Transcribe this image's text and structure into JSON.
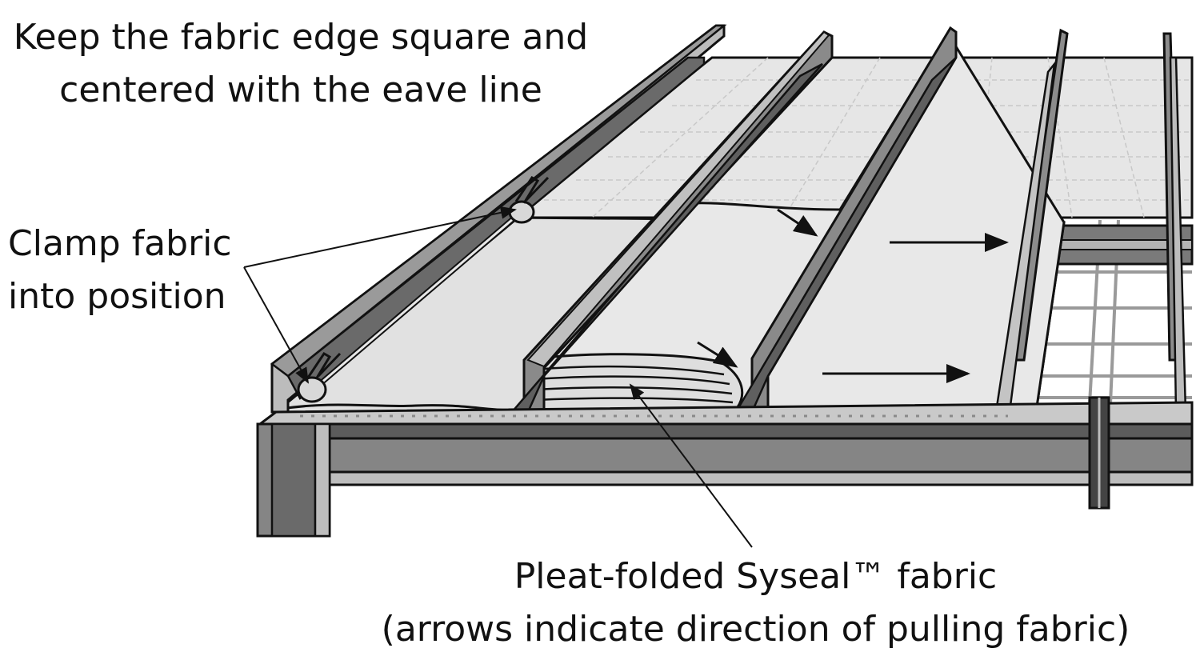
{
  "captions": {
    "top": [
      "Keep the fabric edge square and",
      "centered with the eave line"
    ],
    "clamp": [
      "Clamp fabric",
      "into position"
    ],
    "pleat": [
      "Pleat-folded Syseal™ fabric",
      "(arrows indicate direction of pulling fabric)"
    ]
  },
  "colors": {
    "steel_dark": "#5c5c5c",
    "steel_mid": "#8a8a8a",
    "steel_light": "#b9b9b9",
    "fabric": "#e3e3e3",
    "outline": "#111111"
  }
}
